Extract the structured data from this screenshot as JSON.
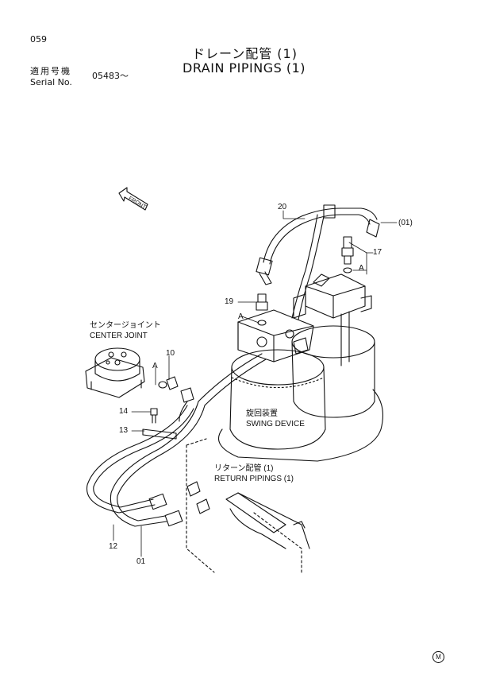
{
  "header": {
    "page_number": "059",
    "title_jp": "ドレーン配管 (1)",
    "title_en": "DRAIN PIPINGS (1)",
    "serial_label_jp": "適用号機",
    "serial_label_en": "Serial No.",
    "serial_value": "05483～"
  },
  "labels": {
    "front": "FRONT",
    "center_joint_jp": "センタージョイント",
    "center_joint_en": "CENTER JOINT",
    "swing_device_jp": "旋回装置",
    "swing_device_en": "SWING DEVICE",
    "return_pipings_jp": "リターン配管 (1)",
    "return_pipings_en": "RETURN PIPINGS (1)",
    "view_a": "A"
  },
  "parts": {
    "p20": "20",
    "p01_ref": "(01)",
    "p17": "17",
    "p19": "19",
    "p10": "10",
    "p14": "14",
    "p13": "13",
    "p12": "12",
    "p01": "01"
  },
  "footer": {
    "mark": "M"
  }
}
